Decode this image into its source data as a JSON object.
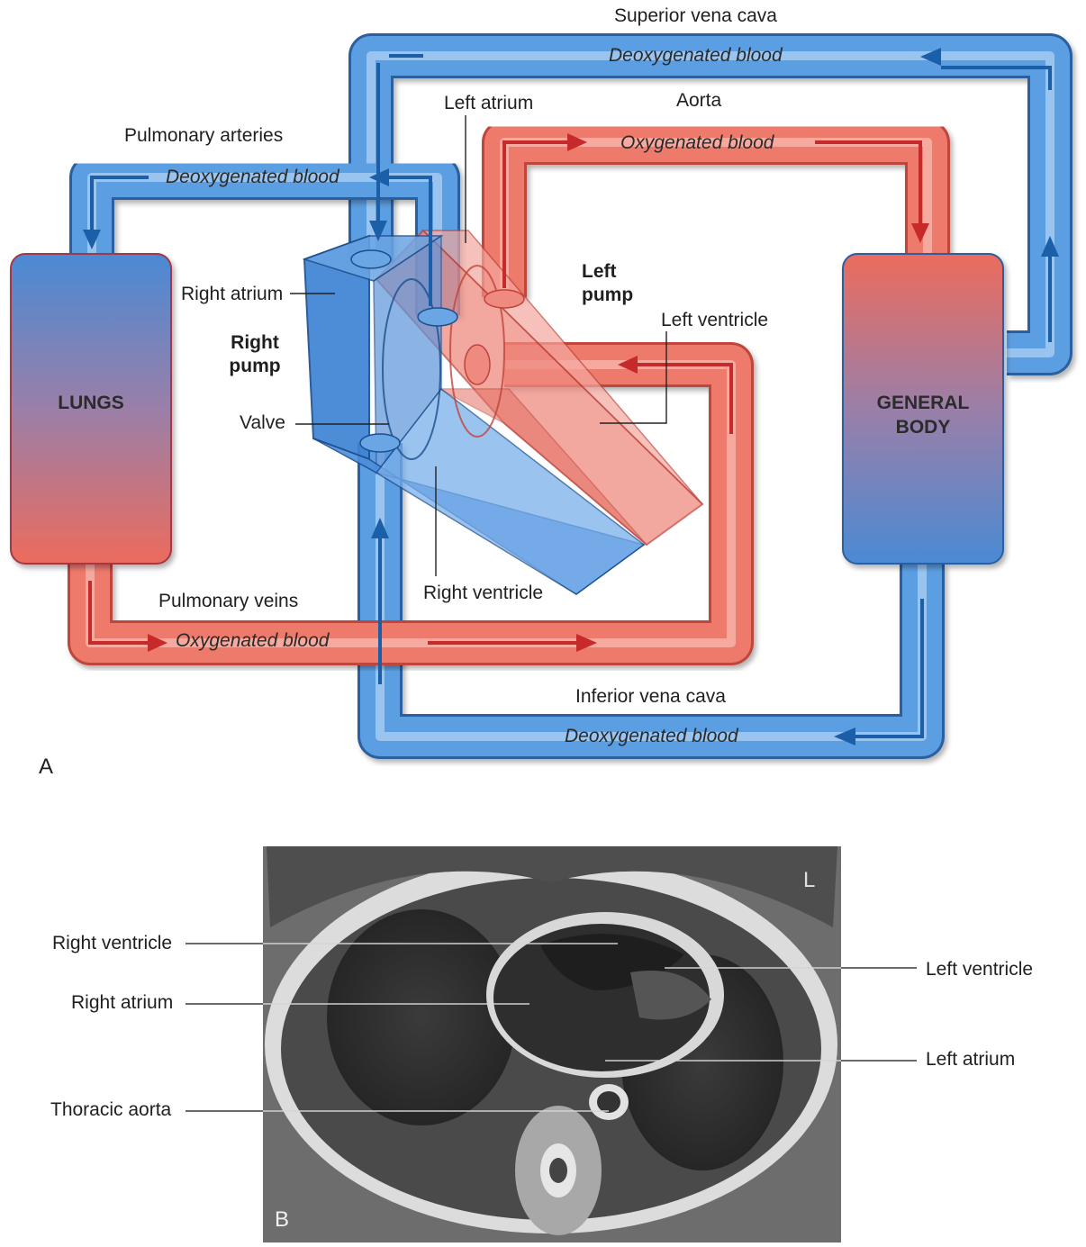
{
  "panel_a": {
    "letter": "A",
    "lungs": "LUNGS",
    "general_body_line1": "GENERAL",
    "general_body_line2": "BODY",
    "right_pump_line1": "Right",
    "right_pump_line2": "pump",
    "left_pump_line1": "Left",
    "left_pump_line2": "pump",
    "labels": {
      "superior_vena_cava": "Superior vena cava",
      "pulmonary_arteries": "Pulmonary arteries",
      "left_atrium": "Left atrium",
      "aorta": "Aorta",
      "right_atrium": "Right atrium",
      "left_ventricle": "Left ventricle",
      "valve": "Valve",
      "right_ventricle": "Right ventricle",
      "pulmonary_veins": "Pulmonary veins",
      "inferior_vena_cava": "Inferior vena cava"
    },
    "flow": {
      "deoxygenated_top": "Deoxygenated blood",
      "deoxygenated_pulmonary": "Deoxygenated blood",
      "oxygenated_aorta": "Oxygenated blood",
      "oxygenated_veins": "Oxygenated blood",
      "deoxygenated_bottom": "Deoxygenated blood"
    },
    "colors": {
      "deoxygenated": "#4a8fd6",
      "oxygenated": "#ea6a5c",
      "arrow_blue": "#1b5fa8",
      "arrow_red": "#c62a2a"
    }
  },
  "panel_b": {
    "letter": "B",
    "labels": {
      "right_ventricle": "Right ventricle",
      "right_atrium": "Right atrium",
      "thoracic_aorta": "Thoracic aorta",
      "left_ventricle": "Left ventricle",
      "left_atrium": "Left atrium"
    },
    "side_marker": "L"
  }
}
